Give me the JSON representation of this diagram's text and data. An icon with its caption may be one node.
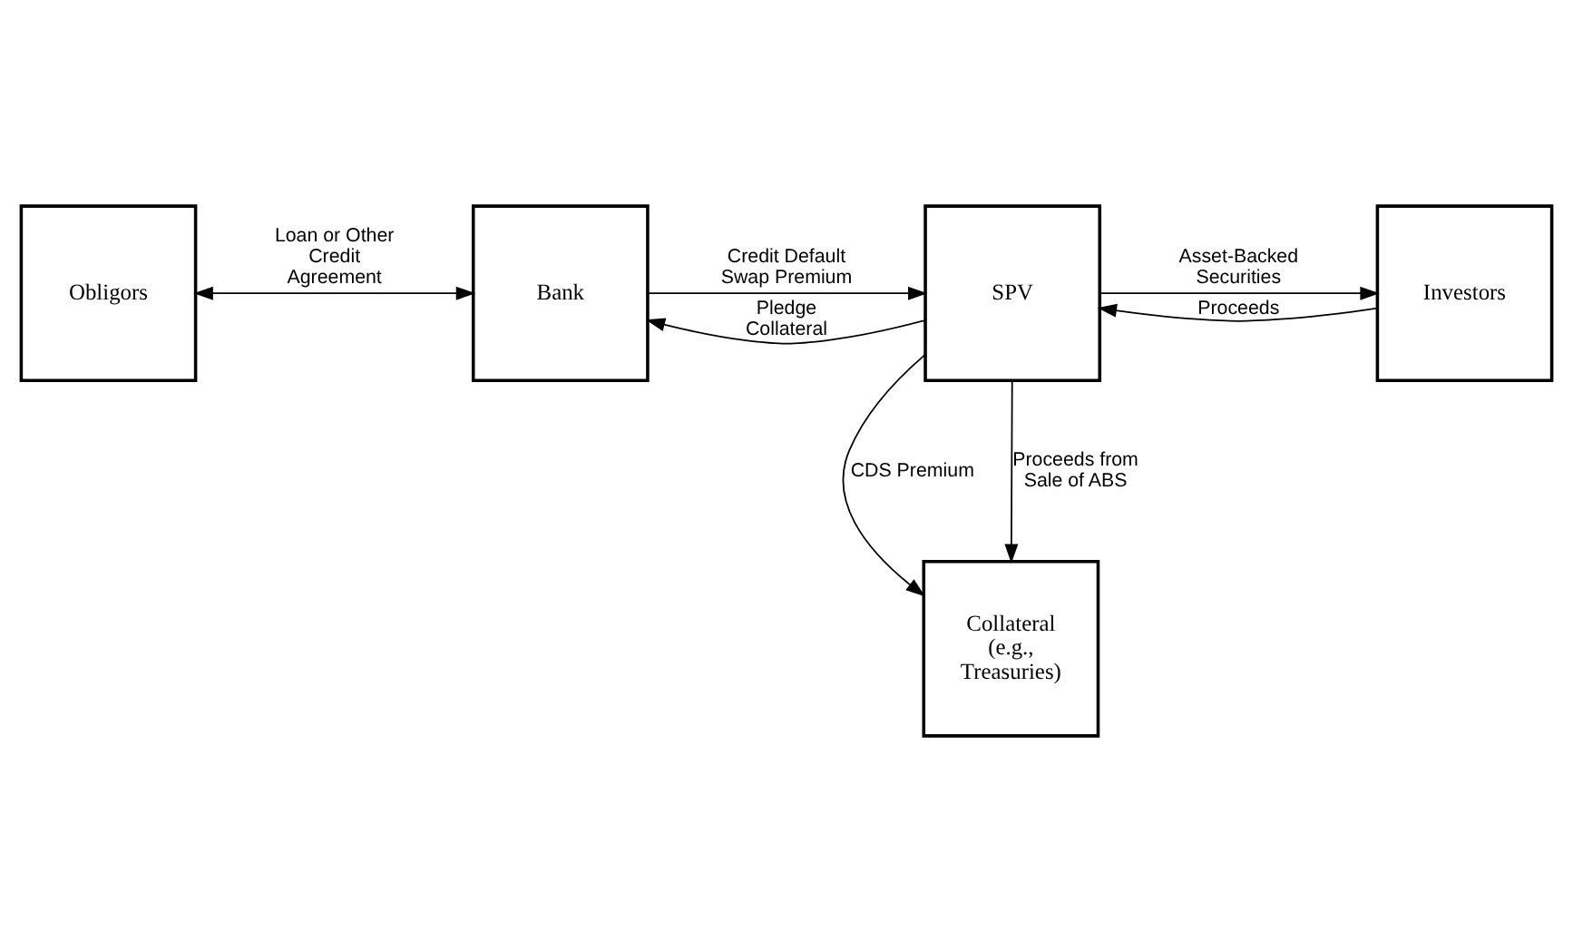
{
  "diagram": {
    "nodes": [
      {
        "text": [
          "Obligors"
        ]
      },
      {
        "text": [
          "Bank"
        ]
      },
      {
        "text": [
          "SPV"
        ]
      },
      {
        "text": [
          "Investors"
        ]
      },
      {
        "text": [
          "Collateral (e.g., Treasuries)"
        ]
      }
    ],
    "edges": [
      {
        "from": 0,
        "to": 1,
        "arrow": "both",
        "label": "Loan or Other Credit Agreement"
      },
      {
        "from": 1,
        "to": 2,
        "arrow": "to",
        "label": "Credit Default Swap Premium"
      },
      {
        "from": 2,
        "to": 1,
        "arrow": "to",
        "label": "Pledge Collateral"
      },
      {
        "from": 2,
        "to": 3,
        "arrow": "to",
        "label": "Asset-Backed Securities"
      },
      {
        "from": 3,
        "to": 2,
        "arrow": "to",
        "label": "Proceeds"
      },
      {
        "from": 2,
        "to": 4,
        "arrow": "to",
        "label": "CDS Premium"
      },
      {
        "from": 2,
        "to": 4,
        "arrow": "to",
        "label": "Proceeds from Sale of ABS"
      }
    ]
  }
}
